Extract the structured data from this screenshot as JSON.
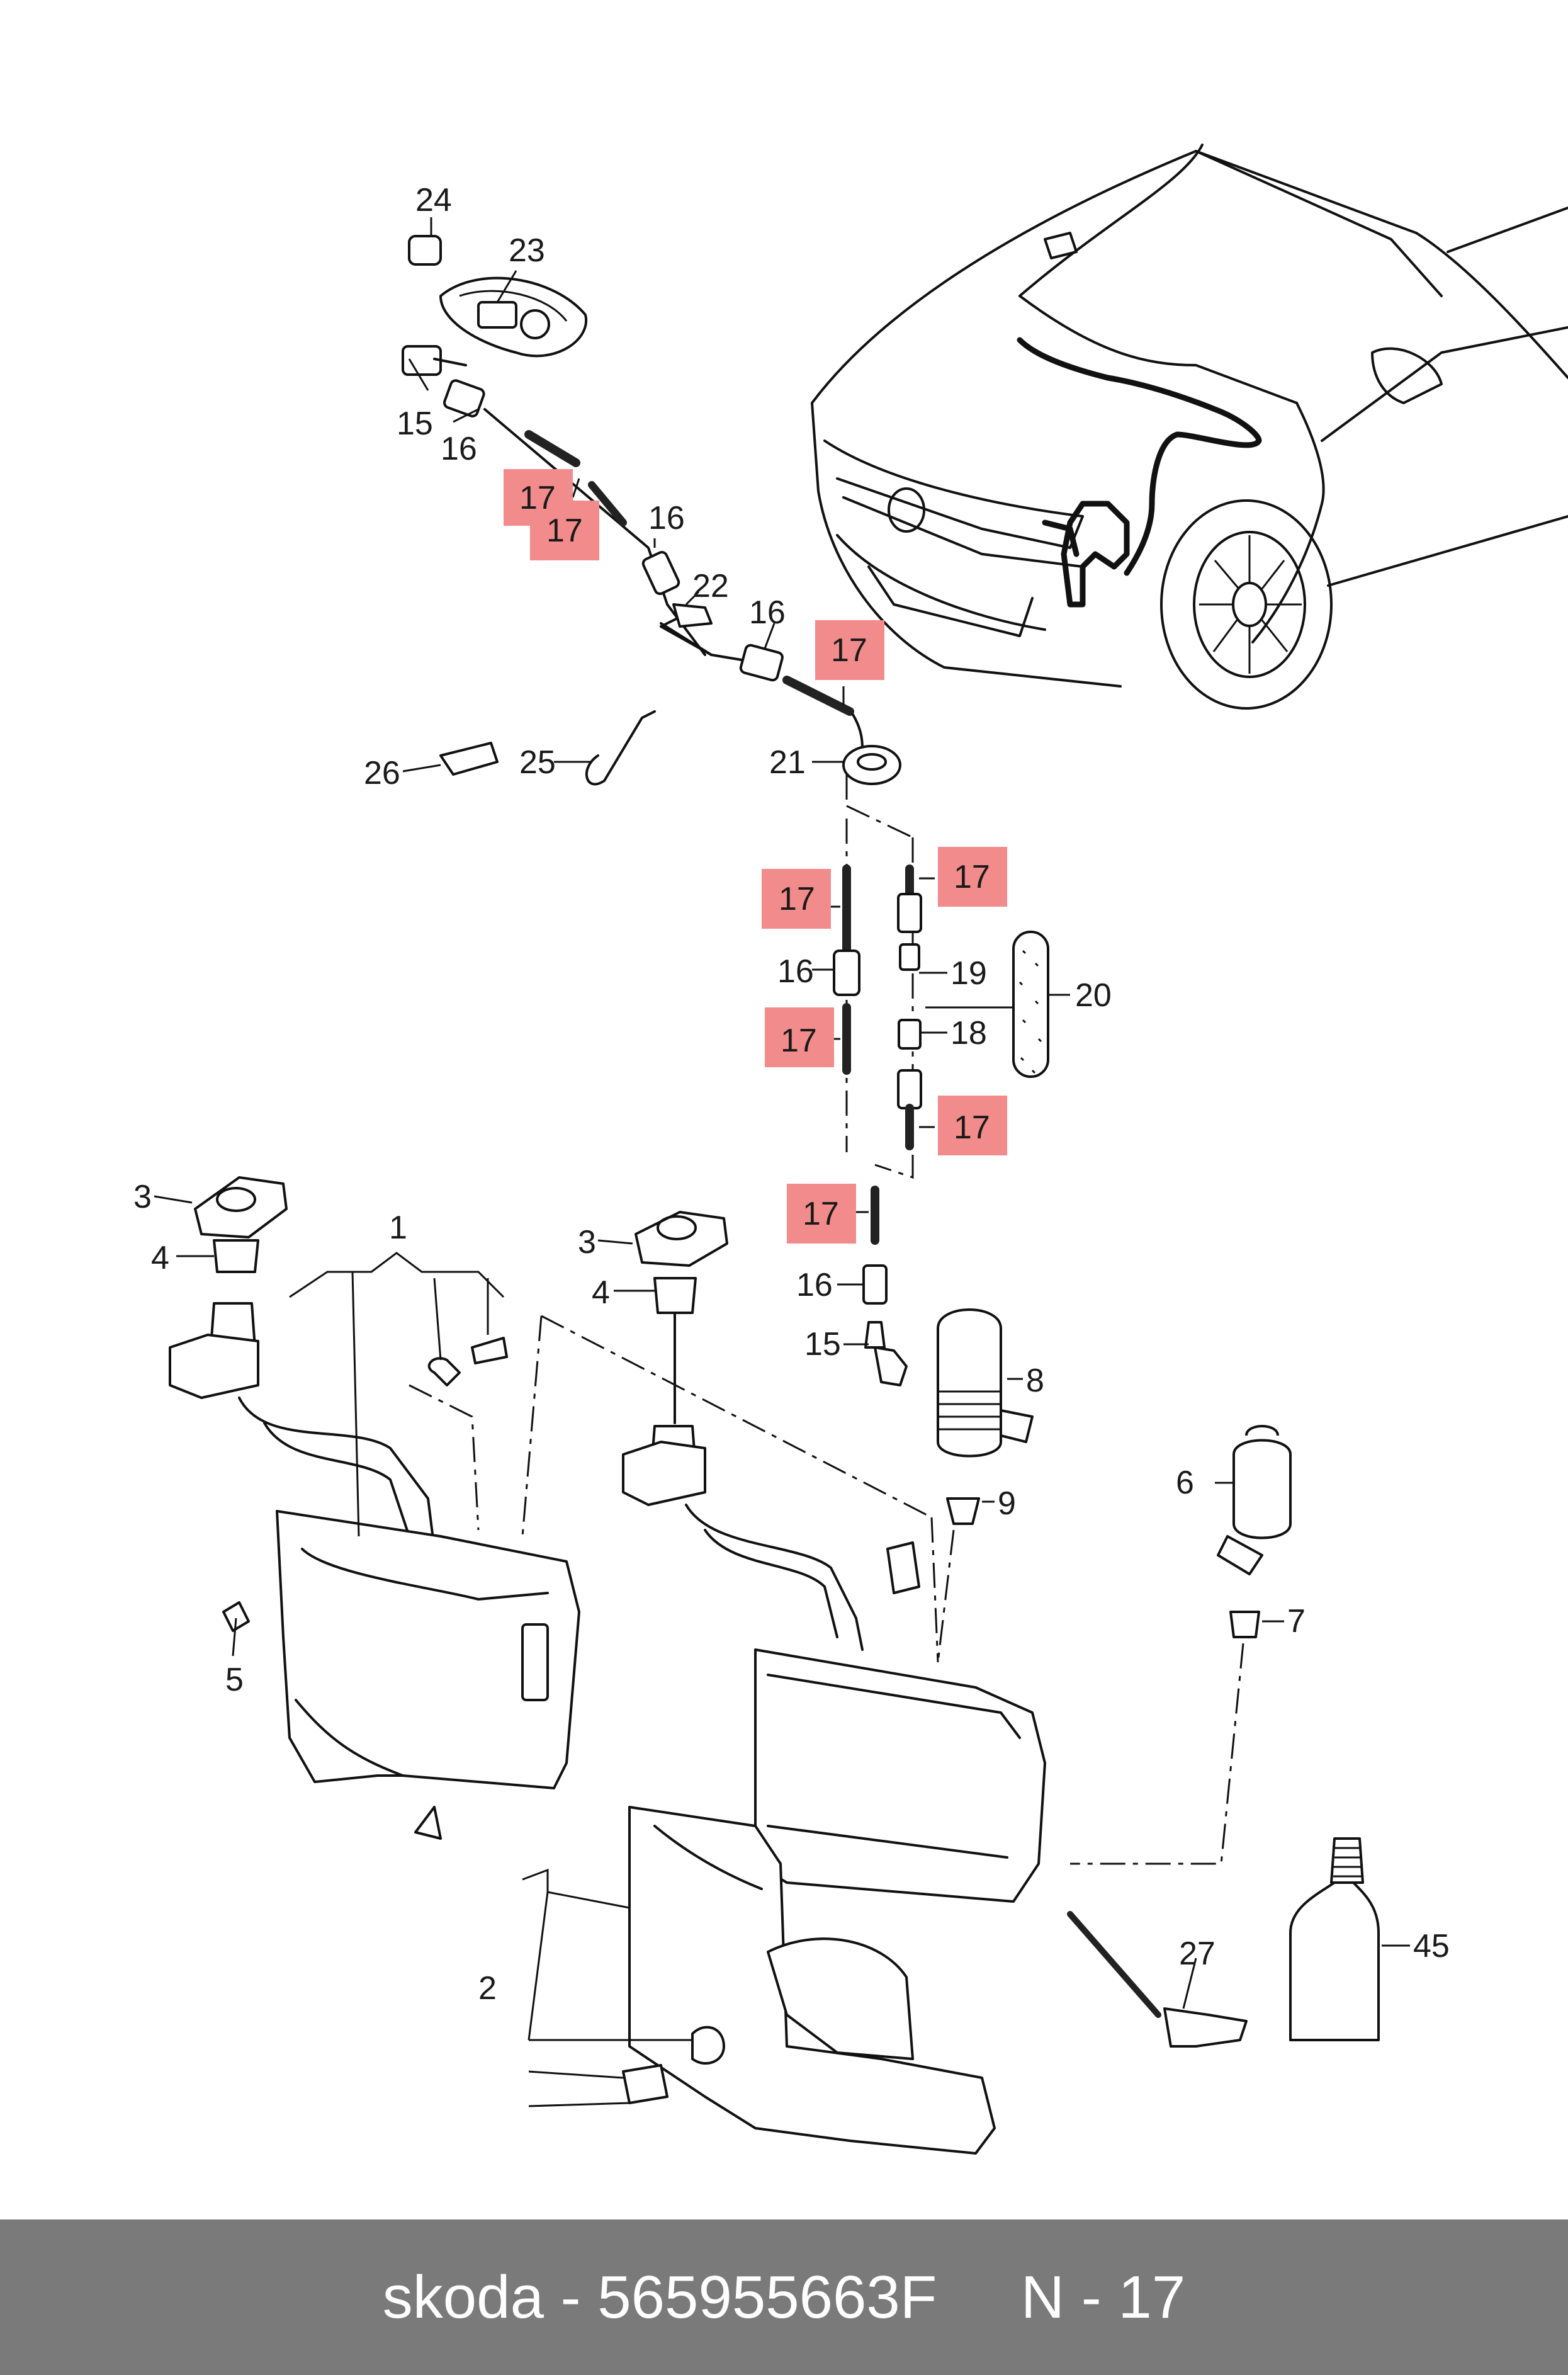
{
  "labels": {
    "p1": "1",
    "p2": "2",
    "p3a": "3",
    "p3b": "3",
    "p4a": "4",
    "p4b": "4",
    "p5": "5",
    "p6": "6",
    "p7": "7",
    "p8": "8",
    "p9": "9",
    "p15a": "15",
    "p15b": "15",
    "p16a": "16",
    "p16b": "16",
    "p16c": "16",
    "p16d": "16",
    "p16e": "16",
    "p17a": "17",
    "p17b": "17",
    "p17c": "17",
    "p17d": "17",
    "p17e": "17",
    "p17f": "17",
    "p17g": "17",
    "p17h": "17",
    "p18": "18",
    "p19": "19",
    "p20": "20",
    "p21": "21",
    "p22": "22",
    "p23": "23",
    "p24": "24",
    "p25": "25",
    "p26": "26",
    "p27": "27",
    "p45": "45"
  },
  "colors": {
    "highlight": "#f28b8b",
    "footer_bg": "#7a7a7a",
    "footer_text": "#ffffff"
  },
  "footer": {
    "text": "skoda - 565955663F     N - 17"
  }
}
